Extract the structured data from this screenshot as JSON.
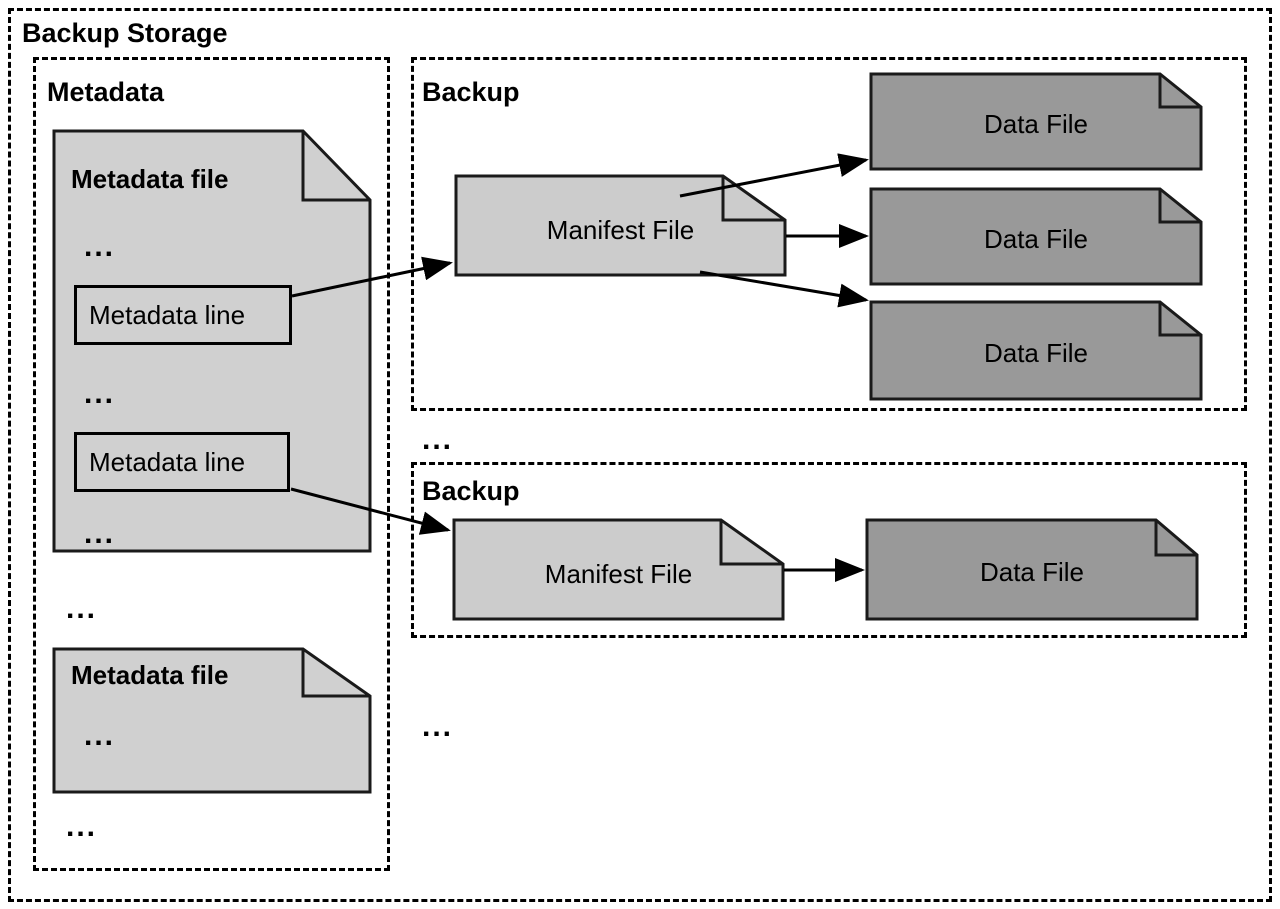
{
  "diagram": {
    "title": "Backup Storage",
    "colors": {
      "metadata_file_fill": "#d0d0d0",
      "manifest_file_fill": "#cccccc",
      "data_file_fill": "#999999",
      "stroke": "#000000",
      "background": "#ffffff"
    },
    "ellipsis": "..."
  },
  "metadata_section": {
    "title": "Metadata",
    "files": [
      {
        "label": "Metadata file",
        "ellipsis_top": "...",
        "lines": [
          {
            "label": "Metadata line"
          },
          {
            "label": "Metadata line"
          }
        ],
        "ellipsis_middle": "...",
        "ellipsis_bottom": "..."
      },
      {
        "label": "Metadata file",
        "ellipsis_inner": "..."
      }
    ],
    "ellipsis_between_files": "...",
    "ellipsis_bottom": "..."
  },
  "backups": [
    {
      "title": "Backup",
      "manifest": {
        "label": "Manifest File"
      },
      "data_files": [
        {
          "label": "Data File"
        },
        {
          "label": "Data File"
        },
        {
          "label": "Data File"
        }
      ]
    },
    {
      "title": "Backup",
      "manifest": {
        "label": "Manifest File"
      },
      "data_files": [
        {
          "label": "Data File"
        }
      ]
    }
  ],
  "backup_column": {
    "ellipsis_between_backups": "...",
    "ellipsis_bottom": "..."
  }
}
